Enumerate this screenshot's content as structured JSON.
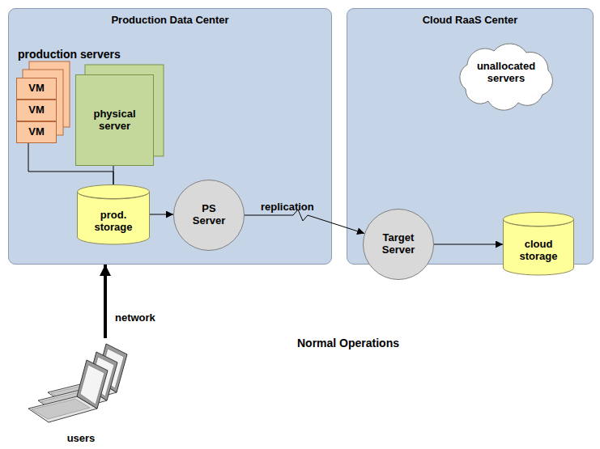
{
  "diagram": {
    "caption": "Normal Operations",
    "nodes": [
      {
        "text": [
          "Production Data Center"
        ]
      },
      {
        "text": [
          "VM"
        ],
        "in": 0
      },
      {
        "text": [
          "VM"
        ],
        "in": 0
      },
      {
        "text": [
          "VM"
        ],
        "in": 0
      },
      {
        "text": [
          "physical server"
        ],
        "in": 0
      },
      {
        "text": [
          "prod. storage"
        ],
        "in": 0
      },
      {
        "text": [
          "PS Server"
        ],
        "in": 0
      },
      {
        "text": [
          "Cloud RaaS Center"
        ]
      },
      {
        "text": [
          "unallocated servers"
        ],
        "in": 7
      },
      {
        "text": [
          "Target Server"
        ],
        "in": 7
      },
      {
        "text": [
          "cloud storage"
        ],
        "in": 7
      },
      {
        "text": [
          "users"
        ]
      }
    ],
    "edges": [
      {
        "from": 3,
        "to": 5,
        "arrow": "none"
      },
      {
        "from": 4,
        "to": 5,
        "arrow": "none"
      },
      {
        "from": 5,
        "to": 6,
        "arrow": "to"
      },
      {
        "from": 6,
        "to": 9,
        "label": "replication",
        "arrow": "to"
      },
      {
        "from": 9,
        "to": 10,
        "arrow": "to"
      },
      {
        "from": 11,
        "to": 0,
        "label": "network",
        "arrow": "to"
      }
    ],
    "labels": [
      "production servers"
    ]
  }
}
